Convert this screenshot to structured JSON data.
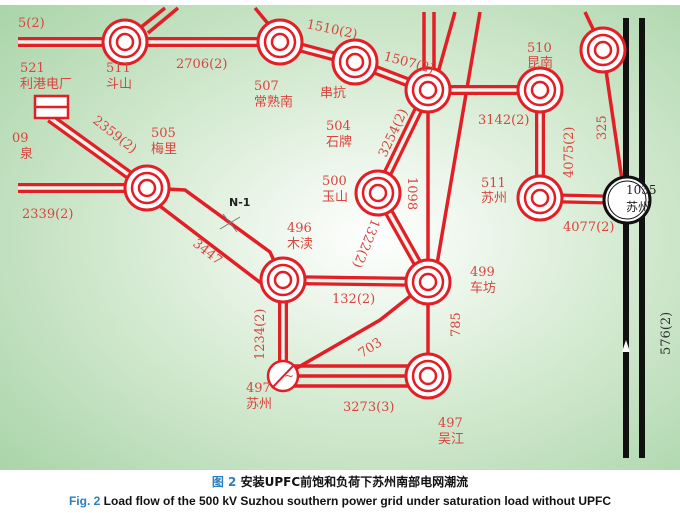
{
  "colors": {
    "line": "#e21f26",
    "label": "#d9443e",
    "background_center": "#ffffff",
    "background_edge": "#a9d4a8",
    "boundary": "#111111",
    "caption_accent": "#2a7fc1"
  },
  "nodes": {
    "doushan": {
      "id": "511",
      "name": "斗山"
    },
    "changshunan": {
      "id": "507",
      "name": "常熟南"
    },
    "chuankang": {
      "name": "串抗"
    },
    "shipai": {
      "id": "504",
      "name": "石牌"
    },
    "kunnan": {
      "id": "510",
      "name": "昆南"
    },
    "suzhou511": {
      "id": "511",
      "name": "苏州"
    },
    "suzhou1035": {
      "id": "1035",
      "name": "苏州"
    },
    "meili": {
      "id": "505",
      "name": "梅里"
    },
    "yushan": {
      "id": "500",
      "name": "玉山"
    },
    "mudu": {
      "id": "496",
      "name": "木渎"
    },
    "chefang": {
      "id": "499",
      "name": "车坊"
    },
    "suzhou497": {
      "id": "497",
      "name": "苏州"
    },
    "wujiang": {
      "id": "497",
      "name": "吴江"
    },
    "ligang": {
      "id": "521",
      "name": "利港电厂"
    },
    "left_partial": {
      "id": "09",
      "name": "泉"
    }
  },
  "flows": {
    "top_left": "5(2)",
    "doushan_changshunan": "2706(2)",
    "changshunan_chuankang": "1510(2)",
    "chuankang_hub": "1507(2)",
    "hub_kunnan": "3142(2)",
    "kunnan_suzhou511": "4075(2)",
    "suzhou511_suzhou1035": "4077(2)",
    "topright_suzhou1035": "325",
    "hub_yushan": "3254(2)",
    "hub_chefang": "1098",
    "yushan_chefang": "1322(2)",
    "ligang_meili": "2359(2)",
    "left_meili": "2339(2)",
    "meili_mudu": "3447",
    "mudu_chefang": "132(2)",
    "mudu_suzhou497": "1234(2)",
    "chefang_suzhou497": "703",
    "chefang_wujiang": "785",
    "suzhou497_wujiang": "3273(3)",
    "boundary": "576(2)"
  },
  "annotations": {
    "contingency": "N-1"
  },
  "caption": {
    "fig_label_cn": "图 2",
    "title_cn": "安装UPFC前饱和负荷下苏州南部电网潮流",
    "fig_label_en": "Fig. 2",
    "title_en": "Load flow of the 500 kV Suzhou southern power grid under saturation load without UPFC"
  }
}
